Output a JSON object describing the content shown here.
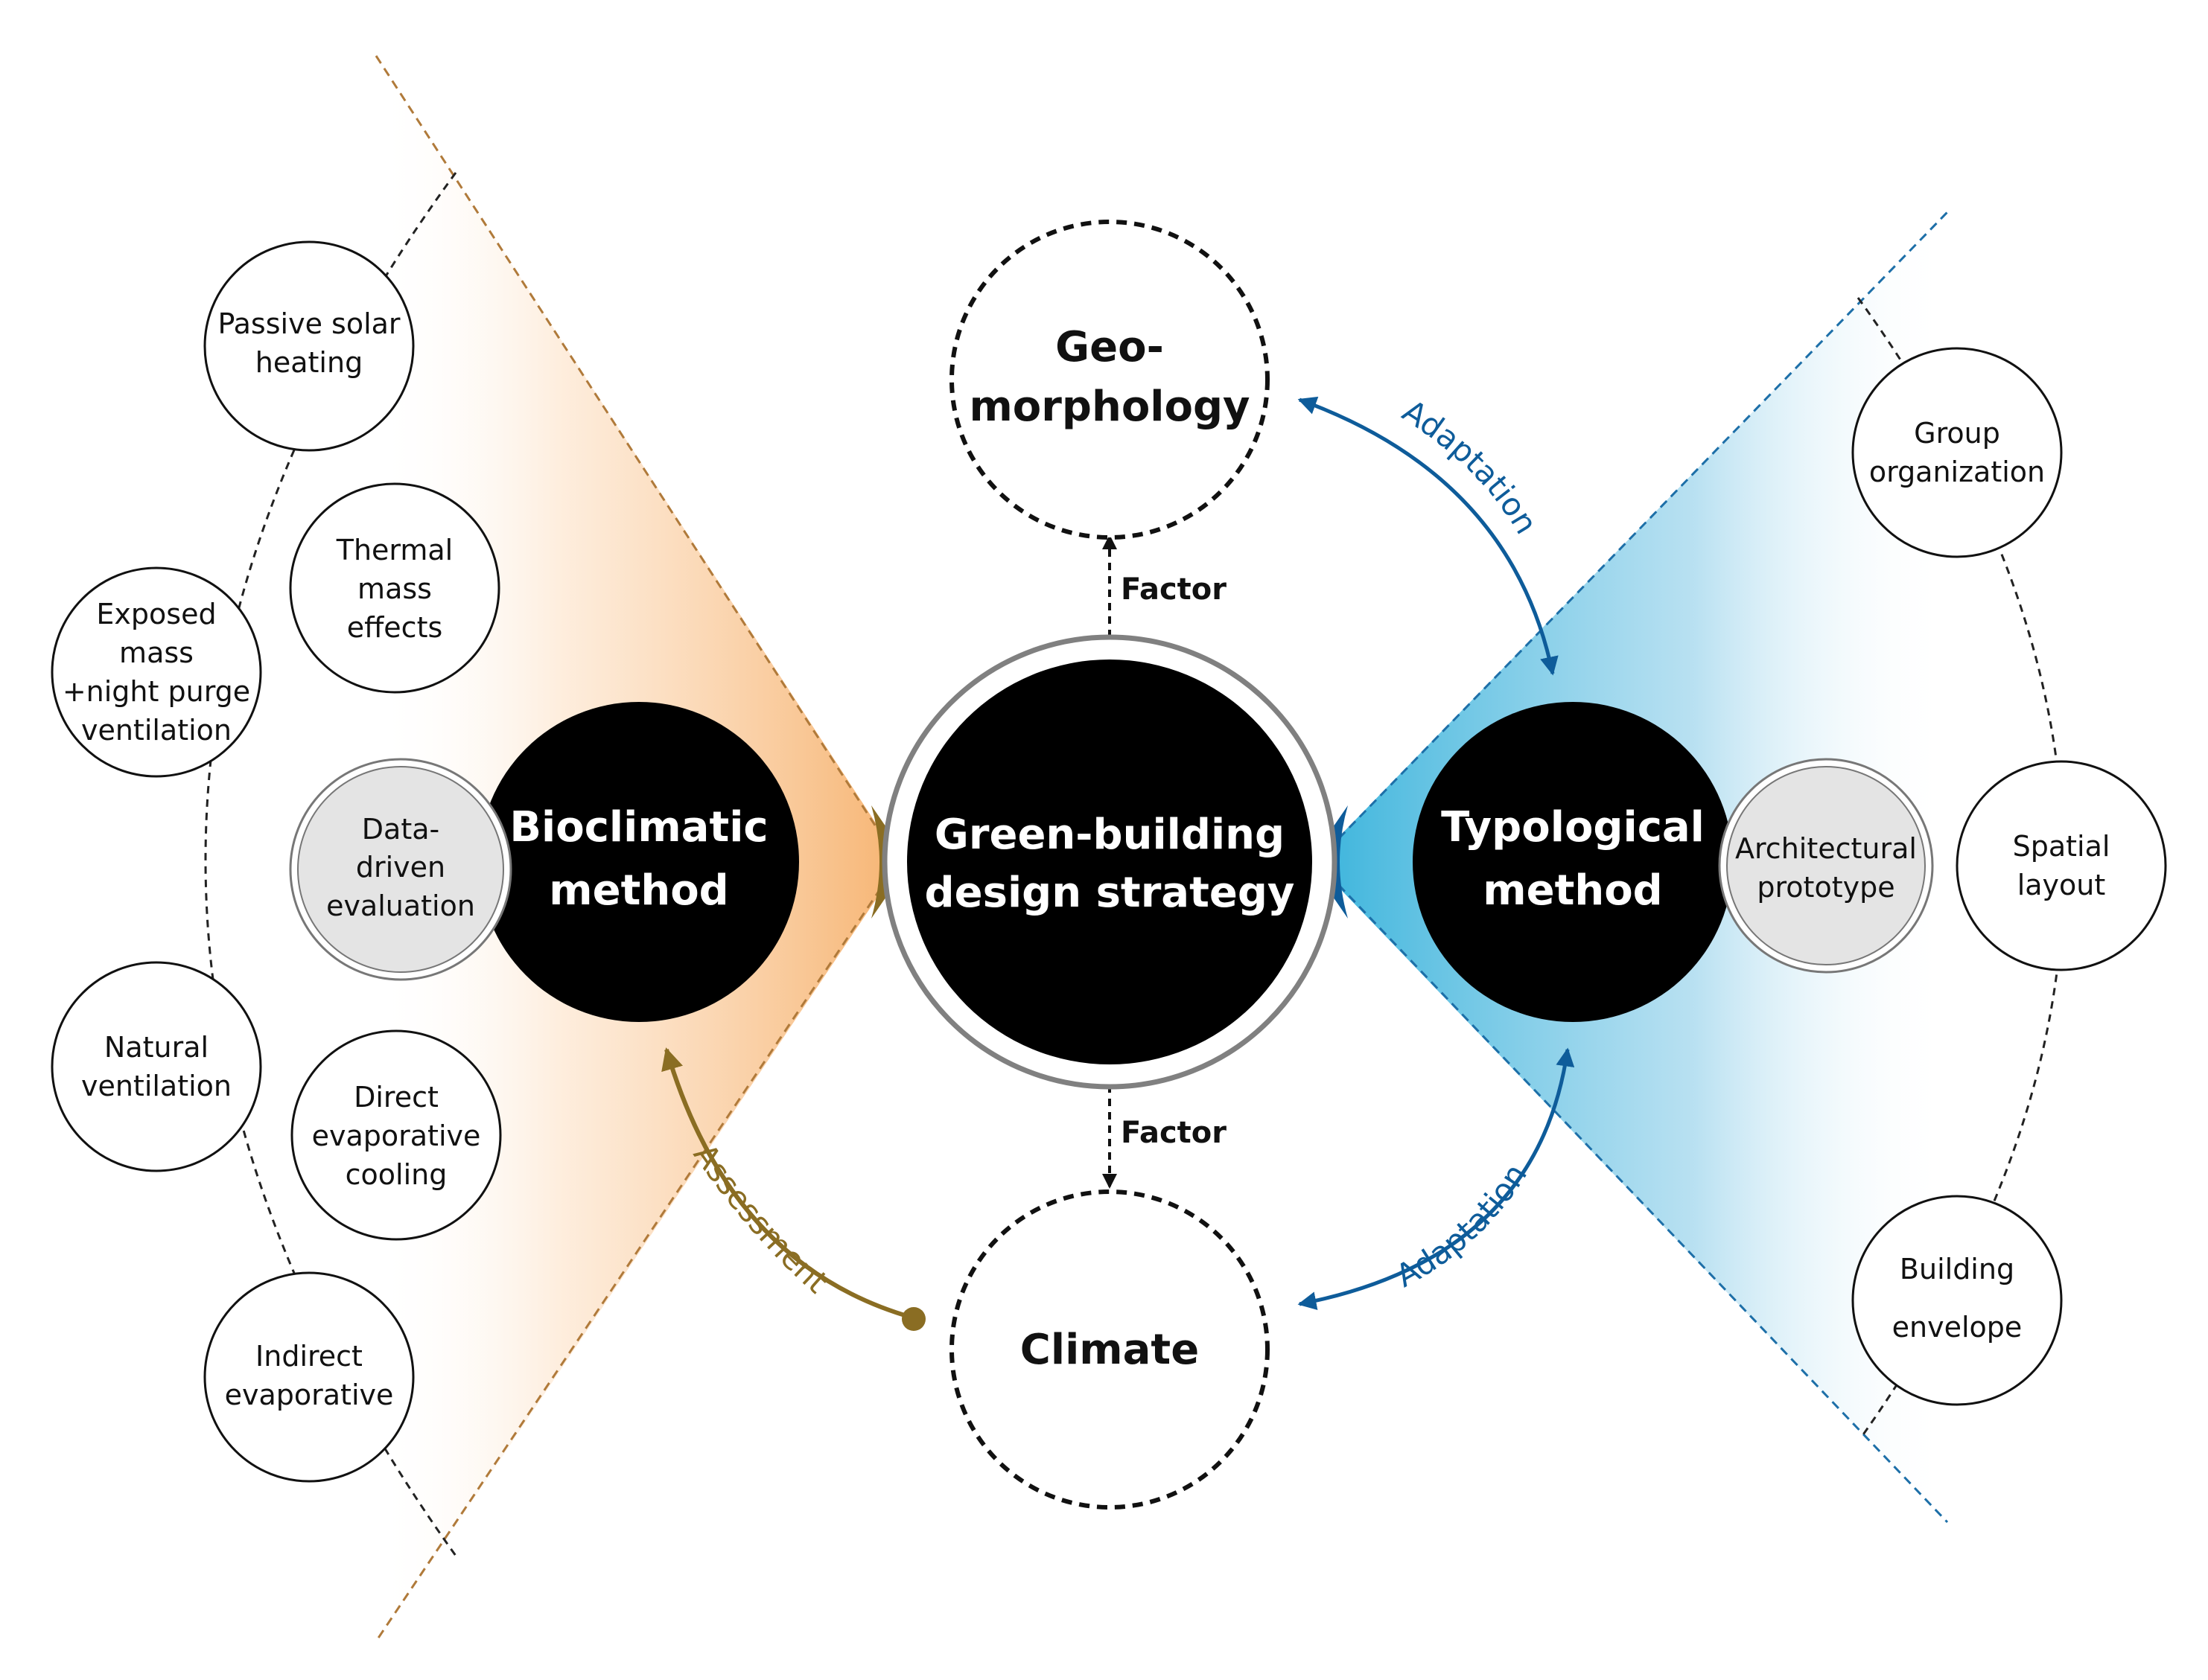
{
  "center": {
    "line1": "Green-building",
    "line2": "design strategy"
  },
  "left_method": {
    "line1": "Bioclimatic",
    "line2": "method"
  },
  "right_method": {
    "line1": "Typological",
    "line2": "method"
  },
  "left_sub": {
    "line1": "Data-",
    "line2": "driven",
    "line3": "evaluation"
  },
  "right_sub": {
    "line1": "Architectural",
    "line2": "prototype"
  },
  "top_factor": {
    "line1": "Geo-",
    "line2": "morphology"
  },
  "bottom_factor": {
    "label": "Climate"
  },
  "relations": {
    "factor_top": "Factor",
    "factor_bottom": "Factor",
    "adaptation_top": "Adaptation",
    "adaptation_bottom": "Adaptation",
    "assessment": "Assessment"
  },
  "left_items": {
    "passive_solar": {
      "line1": "Passive solar",
      "line2": "heating"
    },
    "exposed_mass": {
      "line1": "Exposed",
      "line2": "mass",
      "line3": "+night purge",
      "line4": "ventilation"
    },
    "thermal_mass": {
      "line1": "Thermal",
      "line2": "mass",
      "line3": "effects"
    },
    "natural_ventilation": {
      "line1": "Natural",
      "line2": "ventilation"
    },
    "direct_evaporative": {
      "line1": "Direct",
      "line2": "evaporative",
      "line3": "cooling"
    },
    "indirect_evaporative": {
      "line1": "Indirect",
      "line2": "evaporative"
    }
  },
  "right_items": {
    "group_organization": {
      "line1": "Group",
      "line2": "organization"
    },
    "spatial_layout": {
      "line1": "Spatial",
      "line2": "layout"
    },
    "building_envelope": {
      "line1": "Building",
      "line2": "envelope"
    }
  },
  "colors": {
    "orange_fan": "#f6b06a",
    "blue_fan": "#3ab4dc",
    "assessment": "#8a6d23",
    "adaptation": "#0e5c9a",
    "sub_circle_fill": "#e4e4e4",
    "hub_fill": "#000000"
  }
}
